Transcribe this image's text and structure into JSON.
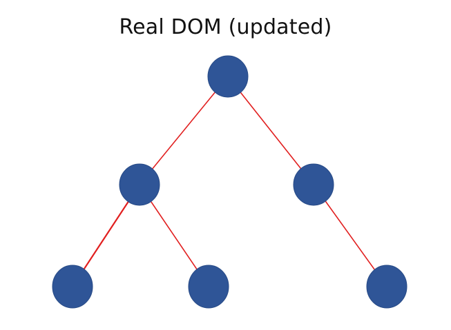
{
  "diagram": {
    "title": "Real DOM (updated)",
    "colors": {
      "node_fill": "#2f5597",
      "node_stroke": "#274a86",
      "edge": "#e11f1f",
      "background": "#ffffff",
      "title": "#111111"
    },
    "nodes": [
      {
        "id": "root"
      },
      {
        "id": "left-child"
      },
      {
        "id": "right-child"
      },
      {
        "id": "left-left-leaf"
      },
      {
        "id": "left-right-leaf"
      },
      {
        "id": "right-leaf"
      }
    ],
    "edges": [
      {
        "from": "root",
        "to": "left-child"
      },
      {
        "from": "root",
        "to": "right-child"
      },
      {
        "from": "left-child",
        "to": "left-left-leaf"
      },
      {
        "from": "left-child",
        "to": "left-right-leaf"
      },
      {
        "from": "right-child",
        "to": "right-leaf"
      }
    ]
  }
}
